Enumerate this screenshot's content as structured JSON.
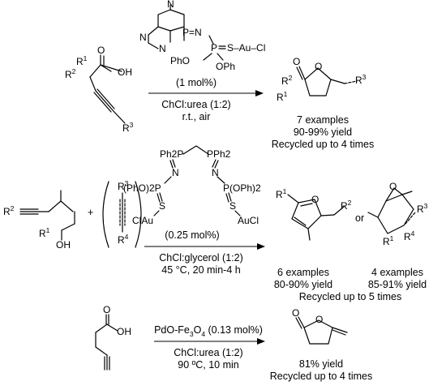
{
  "reactions": [
    {
      "catalyst_loading": "(1 mol%)",
      "solvent": "ChCl:urea (1:2)",
      "conditions": "r.t., air",
      "result": {
        "examples": "7 examples",
        "yield": "90-99% yield",
        "recycled": "Recycled up to 4 times"
      }
    },
    {
      "catalyst_loading": "(0.25 mol%)",
      "solvent": "ChCl:glycerol (1:2)",
      "conditions": "45 °C, 20 min-4 h",
      "connector": "+",
      "or_label": "or",
      "result_left": {
        "examples": "6 examples",
        "yield": "80-90% yield"
      },
      "result_right": {
        "examples": "4 examples",
        "yield": "85-91% yield"
      },
      "recycled": "Recycled up to 5 times"
    },
    {
      "catalyst": "PdO-Fe3O4 (0.13 mol%)",
      "solvent": "ChCl:urea (1:2)",
      "conditions": "90 ºC, 10 min",
      "result": {
        "yield": "81% yield",
        "recycled": "Recycled up to 4 times"
      }
    }
  ],
  "atoms": {
    "P_N": "P=N",
    "S_Au_Cl": "S–Au–Cl",
    "PhO": "PhO",
    "OPh": "OPh",
    "N": "N",
    "P": "P",
    "O": "O",
    "OH": "OH",
    "R1": "R1",
    "R2": "R2",
    "R3": "R3",
    "R4": "R4",
    "Ph2P": "Ph2P",
    "PPh2": "PPh2",
    "PhO2P": "(PhO)2P",
    "POPh2": "P(OPh)2",
    "S": "S",
    "ClAu": "ClAu",
    "AuCl": "AuCl"
  }
}
